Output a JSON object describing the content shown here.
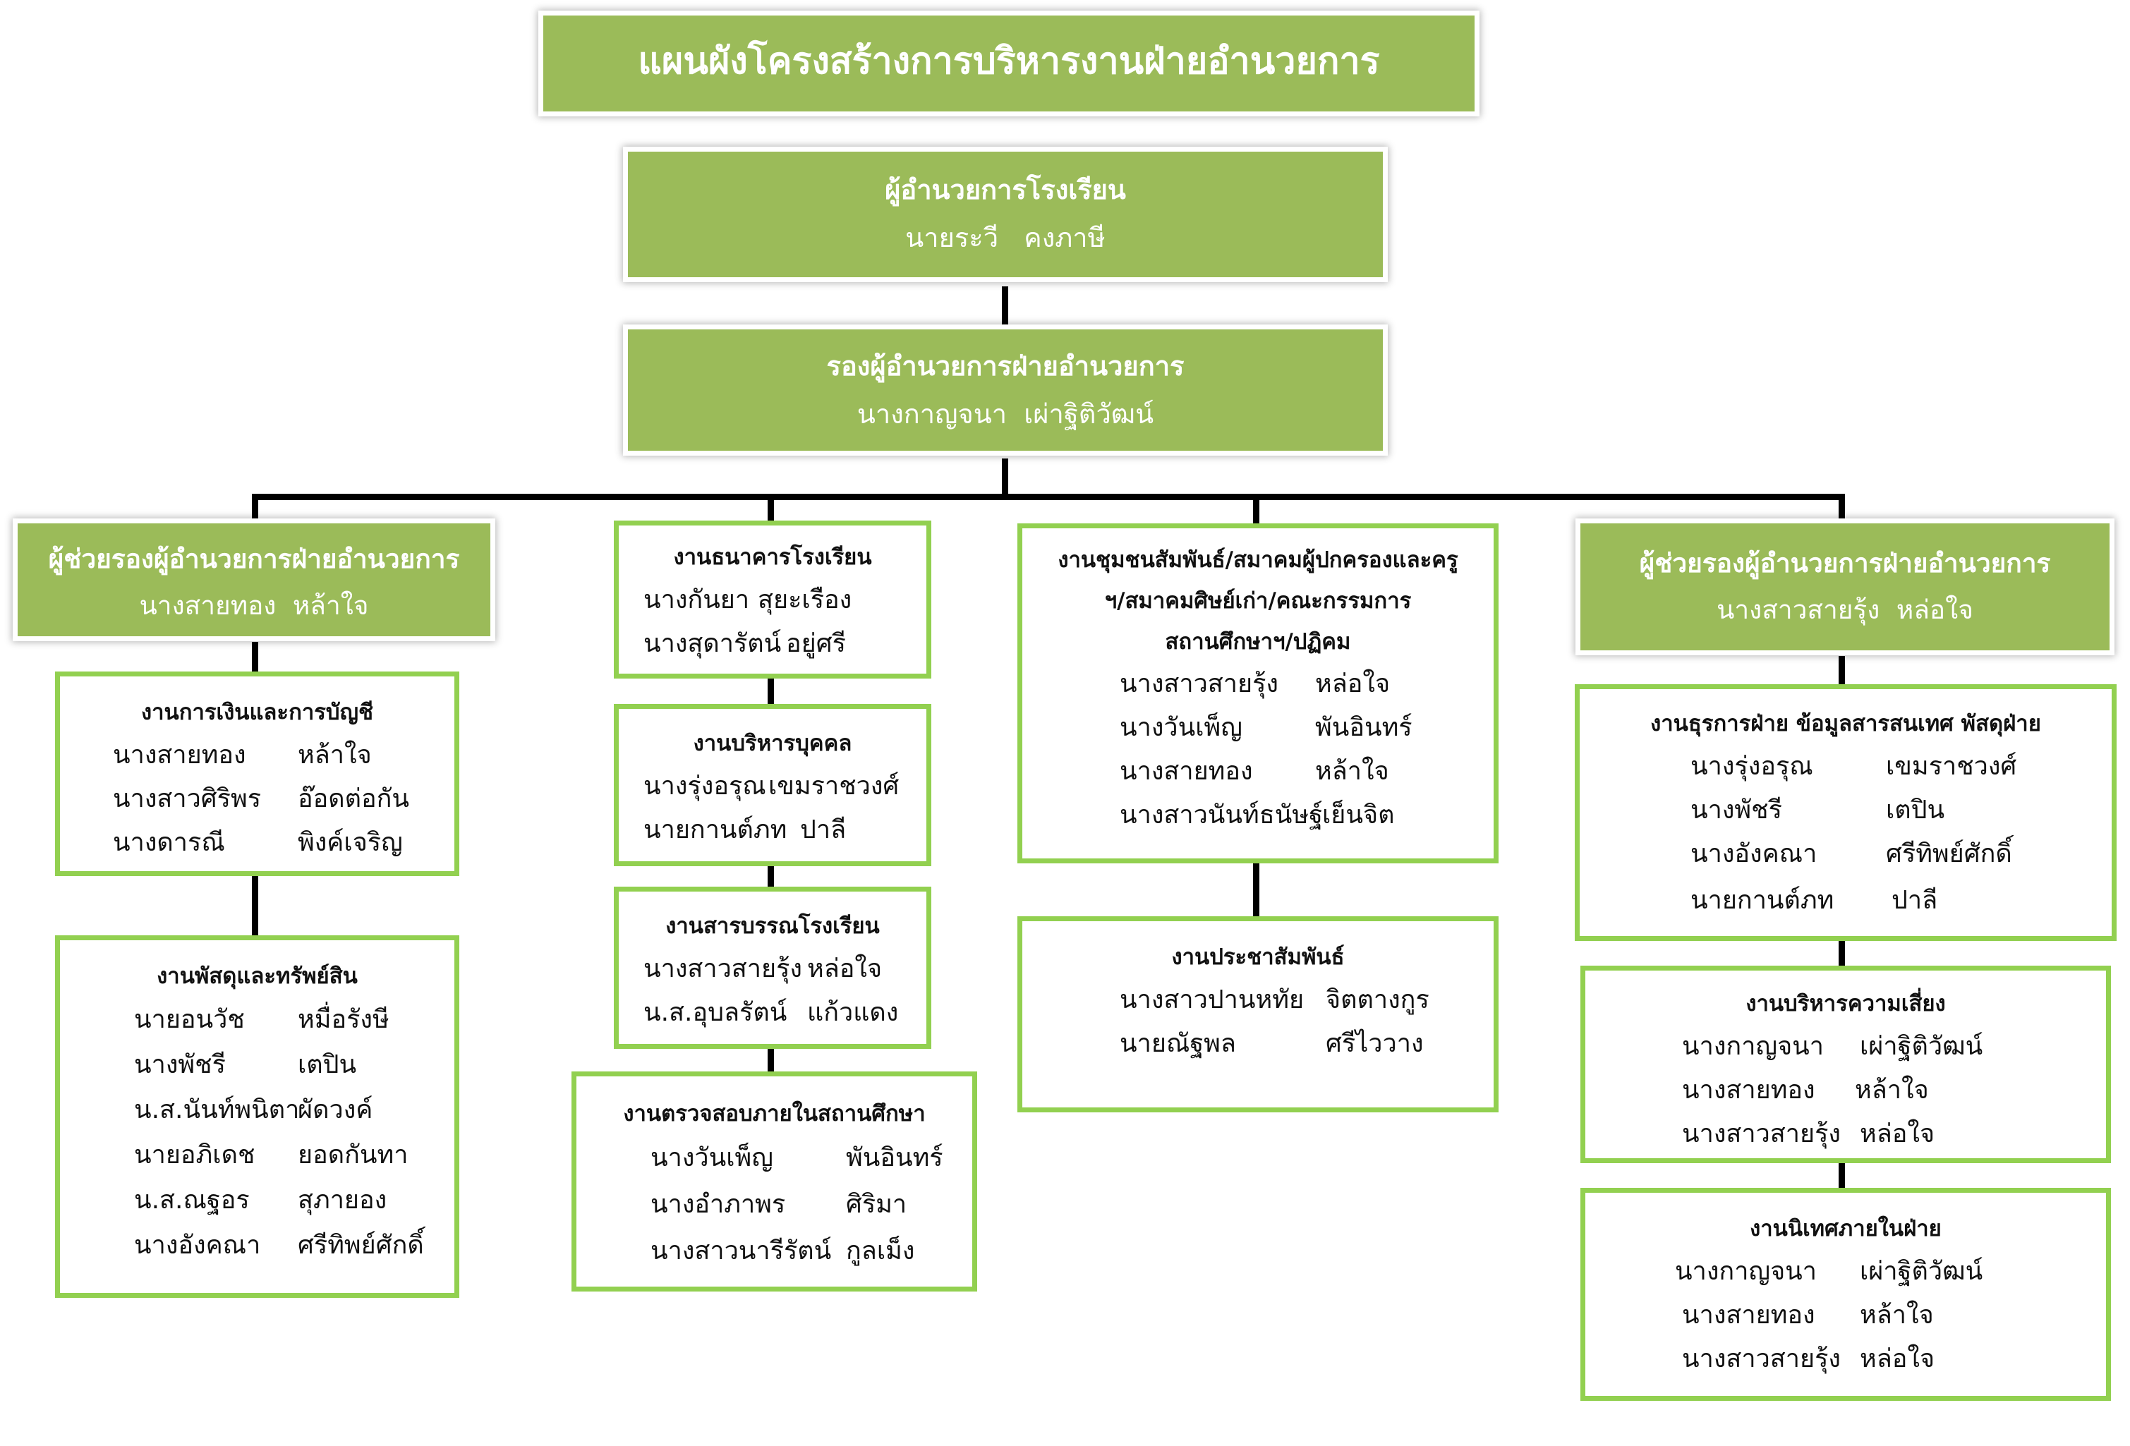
{
  "colors": {
    "header_fill": "#9bbb59",
    "box_border": "#92d050",
    "connector": "#000000",
    "header_text": "#ffffff"
  },
  "title": "แผนผังโครงสร้างการบริหารงานฝ่ายอำนวยการ",
  "director": {
    "title": "ผู้อำนวยการโรงเรียน",
    "name": "นายระวี   คงภาษี"
  },
  "deputy": {
    "title": "รองผู้อำนวยการฝ่ายอำนวยการ",
    "name": "นางกาญจนา  เผ่าฐิติวัฒน์"
  },
  "assistant_left": {
    "title": "ผู้ช่วยรองผู้อำนวยการฝ่ายอำนวยการ",
    "name": "นางสายทอง  หล้าใจ"
  },
  "assistant_right": {
    "title": "ผู้ช่วยรองผู้อำนวยการฝ่ายอำนวยการ",
    "name": "นางสาวสายรุ้ง  หล่อใจ"
  },
  "units": {
    "finance": {
      "title": "งานการเงินและการบัญชี",
      "members": [
        {
          "first": "นางสายทอง",
          "last": "หล้าใจ"
        },
        {
          "first": "นางสาวศิริพร",
          "last": "อ๊อดต่อกัน"
        },
        {
          "first": "นางดารณี",
          "last": "พิงค์เจริญ"
        }
      ]
    },
    "supplies": {
      "title": "งานพัสดุและทรัพย์สิน",
      "members": [
        {
          "first": "นายอนวัช",
          "last": "หมื่อรังษี"
        },
        {
          "first": "นางพัชรี",
          "last": "เตปิน"
        },
        {
          "first": "น.ส.นันท์พนิตา",
          "last": "ผัดวงค์"
        },
        {
          "first": "นายอภิเดช",
          "last": "ยอดกันทา"
        },
        {
          "first": "น.ส.ณฐอร",
          "last": "สุภายอง"
        },
        {
          "first": "นางอังคณา",
          "last": "ศรีทิพย์ศักดิ์"
        }
      ]
    },
    "bank": {
      "title": "งานธนาคารโรงเรียน",
      "members": [
        {
          "first": "นางกันยา",
          "last": "สุยะเรือง"
        },
        {
          "first": "นางสุดารัตน์",
          "last": "อยู่ศรี"
        }
      ]
    },
    "personnel": {
      "title": "งานบริหารบุคคล",
      "members": [
        {
          "first": "นางรุ่งอรุณ",
          "last": "เขมราชวงศ์"
        },
        {
          "first": "นายกานต์ภท",
          "last": "ปาลี"
        }
      ]
    },
    "correspondence": {
      "title": "งานสารบรรณโรงเรียน",
      "members": [
        {
          "first": "นางสาวสายรุ้ง",
          "last": "หล่อใจ"
        },
        {
          "first": "น.ส.อุบลรัตน์",
          "last": "แก้วแดง"
        }
      ]
    },
    "internal_audit": {
      "title": "งานตรวจสอบภายในสถานศึกษา",
      "members": [
        {
          "first": "นางวันเพ็ญ",
          "last": "พันอินทร์"
        },
        {
          "first": "นางอำภาพร",
          "last": "ศิริมา"
        },
        {
          "first": "นางสาวนารีรัตน์",
          "last": "กูลเม็ง"
        }
      ]
    },
    "community": {
      "title_lines": [
        "งานชุมชนสัมพันธ์/สมาคมผู้ปกครองและครู",
        "ฯ/สมาคมศิษย์เก่า/คณะกรรมการ",
        "สถานศึกษาฯ/ปฏิคม"
      ],
      "members": [
        {
          "first": "นางสาวสายรุ้ง",
          "last": "หล่อใจ"
        },
        {
          "first": "นางวันเพ็ญ",
          "last": "พันอินทร์"
        },
        {
          "first": "นางสายทอง",
          "last": "หล้าใจ"
        },
        {
          "first": "นางสาวนันท์ธนัษฐ์",
          "last": "เย็นจิต"
        }
      ]
    },
    "pr": {
      "title": "งานประชาสัมพันธ์",
      "members": [
        {
          "first": "นางสาวปานหทัย",
          "last": "จิตตางกูร"
        },
        {
          "first": "นายณัฐพล",
          "last": "ศรีไววาง"
        }
      ]
    },
    "admin_info": {
      "title": "งานธุรการฝ่าย ข้อมูลสารสนเทศ พัสดุฝ่าย",
      "members": [
        {
          "first": "นางรุ่งอรุณ",
          "last": "เขมราชวงศ์"
        },
        {
          "first": "นางพัชรี",
          "last": "เตปิน"
        },
        {
          "first": "นางอังคณา",
          "last": "ศรีทิพย์ศักดิ์"
        },
        {
          "first": "นายกานต์ภท",
          "last": "ปาลี"
        }
      ]
    },
    "risk": {
      "title": "งานบริหารความเสี่ยง",
      "members": [
        {
          "first": "นางกาญจนา",
          "last": "เผ่าฐิติวัฒน์"
        },
        {
          "first": "นางสายทอง",
          "last": "หล้าใจ"
        },
        {
          "first": "นางสาวสายรุ้ง",
          "last": "หล่อใจ"
        }
      ]
    },
    "supervision": {
      "title": "งานนิเทศภายในฝ่าย",
      "members": [
        {
          "first": "นางกาญจนา",
          "last": "เผ่าฐิติวัฒน์"
        },
        {
          "first": "นางสายทอง",
          "last": "หล้าใจ"
        },
        {
          "first": "นางสาวสายรุ้ง",
          "last": "หล่อใจ"
        }
      ]
    }
  }
}
